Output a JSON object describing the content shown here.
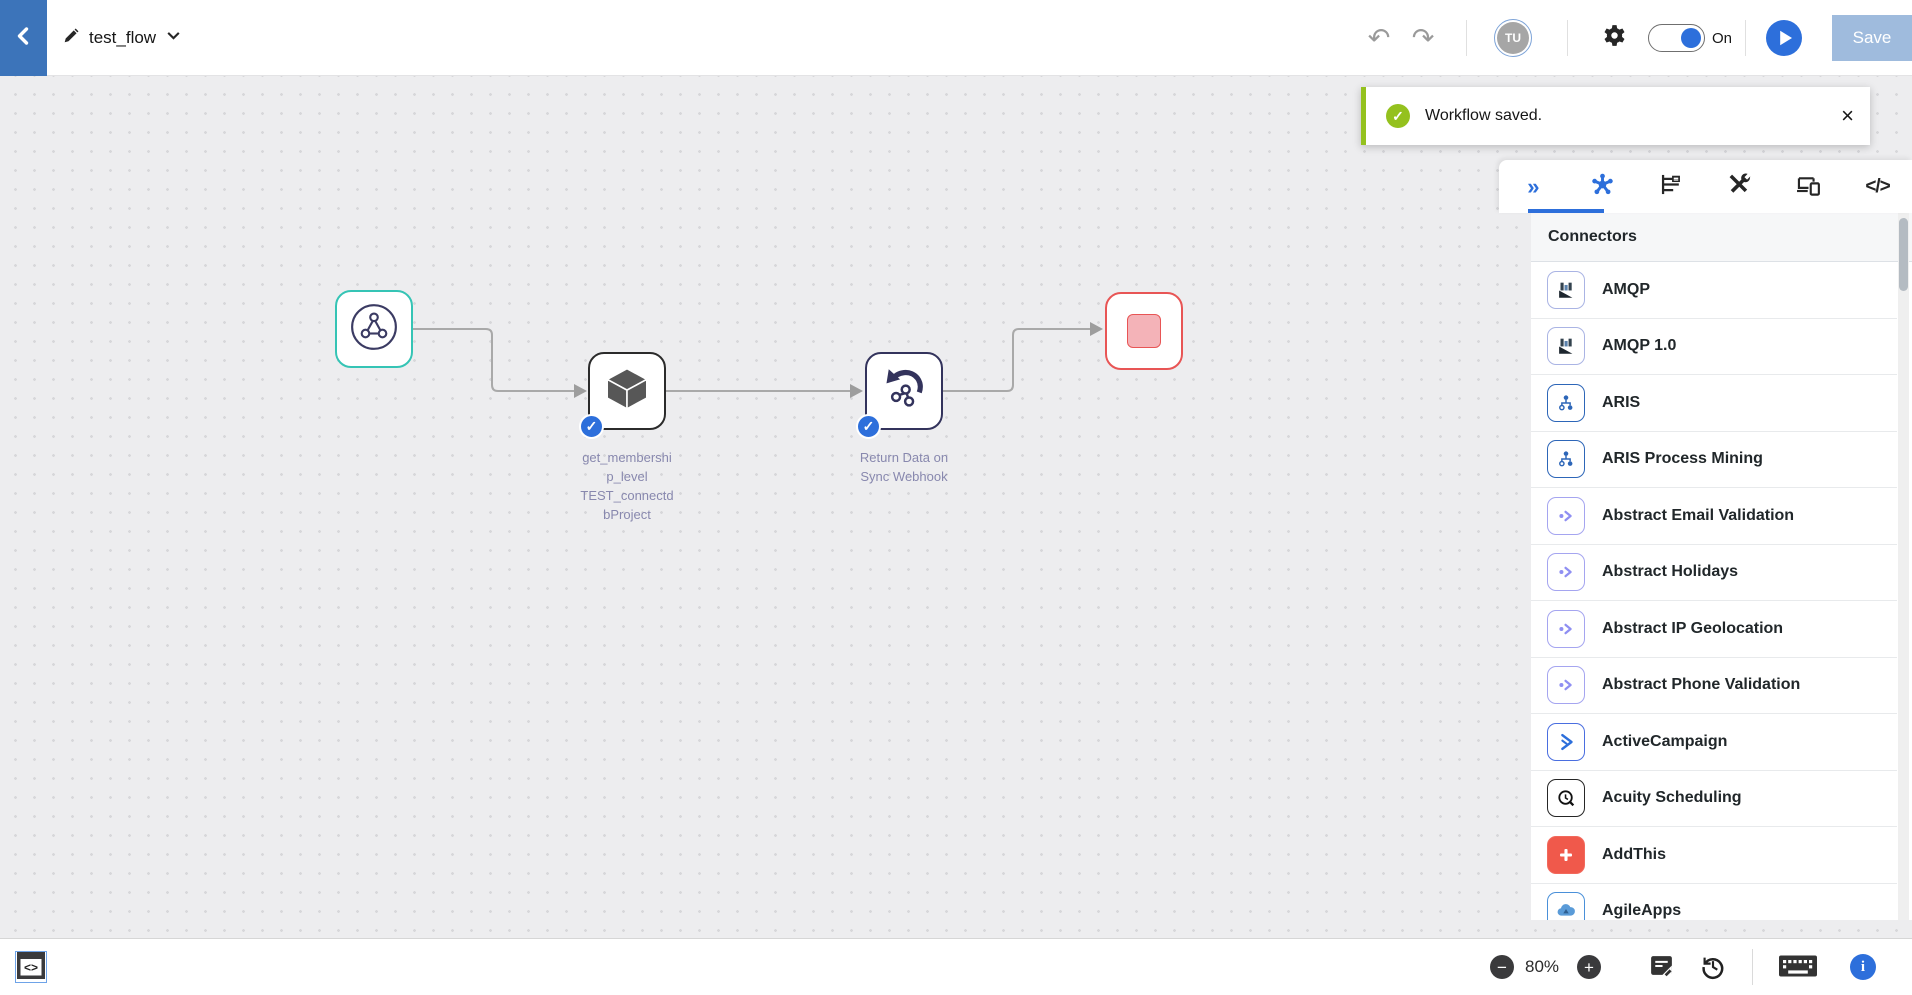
{
  "colors": {
    "accent": "#2d6fdb",
    "back_blue": "#3c74ba",
    "save_disabled_bg": "#9fbbdd",
    "toast_green": "#94c11e",
    "edge_gray": "#a9a9a9"
  },
  "header": {
    "flow_name": "test_flow",
    "avatar_initials": "TU",
    "toggle_state_label": "On",
    "save_label": "Save",
    "icons": [
      "back-chevron-icon",
      "edit-pencil-icon",
      "dropdown-chevron-icon",
      "undo-icon",
      "redo-icon",
      "gear-icon",
      "play-icon"
    ]
  },
  "toast": {
    "message": "Workflow saved.",
    "icon": "success-check-icon",
    "close_icon": "close-icon"
  },
  "panel": {
    "heading": "Connectors",
    "tabs": [
      {
        "icon": "expand-chevrons-icon",
        "active": false
      },
      {
        "icon": "connectors-icon",
        "active": true
      },
      {
        "icon": "toolbox-icon",
        "active": false
      },
      {
        "icon": "utilities-icon",
        "active": false
      },
      {
        "icon": "devices-icon",
        "active": false
      },
      {
        "icon": "code-icon",
        "active": false
      }
    ],
    "items": [
      {
        "label": "AMQP",
        "icon": "amqp-icon",
        "tile_border": "#aab4e4",
        "tile_bg": "#ffffff"
      },
      {
        "label": "AMQP 1.0",
        "icon": "amqp-icon",
        "tile_border": "#aab4e4",
        "tile_bg": "#ffffff"
      },
      {
        "label": "ARIS",
        "icon": "aris-icon",
        "tile_border": "#2d66b8",
        "tile_bg": "#ffffff"
      },
      {
        "label": "ARIS Process Mining",
        "icon": "aris-icon",
        "tile_border": "#2d66b8",
        "tile_bg": "#ffffff"
      },
      {
        "label": "Abstract Email Validation",
        "icon": "abstract-icon",
        "tile_border": "#a5a5f0",
        "tile_bg": "#ffffff"
      },
      {
        "label": "Abstract Holidays",
        "icon": "abstract-icon",
        "tile_border": "#a5a5f0",
        "tile_bg": "#ffffff"
      },
      {
        "label": "Abstract IP Geolocation",
        "icon": "abstract-icon",
        "tile_border": "#a5a5f0",
        "tile_bg": "#ffffff"
      },
      {
        "label": "Abstract Phone Validation",
        "icon": "abstract-icon",
        "tile_border": "#a5a5f0",
        "tile_bg": "#ffffff"
      },
      {
        "label": "ActiveCampaign",
        "icon": "activecampaign-icon",
        "tile_border": "#4a6ee0",
        "tile_bg": "#ffffff"
      },
      {
        "label": "Acuity Scheduling",
        "icon": "acuity-icon",
        "tile_border": "#262626",
        "tile_bg": "#ffffff"
      },
      {
        "label": "AddThis",
        "icon": "addthis-icon",
        "tile_border": "#f2695c",
        "tile_bg": "#f0594b"
      },
      {
        "label": "AgileApps",
        "icon": "agileapps-icon",
        "tile_border": "#4a90d9",
        "tile_bg": "#ffffff"
      }
    ]
  },
  "canvas": {
    "nodes": [
      {
        "id": "webhook-trigger",
        "icon": "webhook-icon",
        "border": "#35c4b5",
        "status": "",
        "label_lines": []
      },
      {
        "id": "action-get-membership",
        "icon": "cube-icon",
        "border": "#2b2b2b",
        "status": "success",
        "label_lines": [
          "get_membershi",
          "p_level",
          "TEST_connectd",
          "bProject"
        ]
      },
      {
        "id": "return-sync-webhook",
        "icon": "return-webhook-icon",
        "border": "#33335c",
        "status": "success",
        "label_lines": [
          "Return Data on",
          "Sync Webhook"
        ]
      },
      {
        "id": "stop-node",
        "icon": "stop-icon",
        "border": "#e85555",
        "status": "",
        "label_lines": []
      }
    ]
  },
  "footer": {
    "zoom_level": "80%",
    "icons": [
      "code-view-icon",
      "zoom-out-icon",
      "zoom-in-icon",
      "notes-icon",
      "history-icon",
      "keyboard-icon",
      "info-icon"
    ]
  }
}
